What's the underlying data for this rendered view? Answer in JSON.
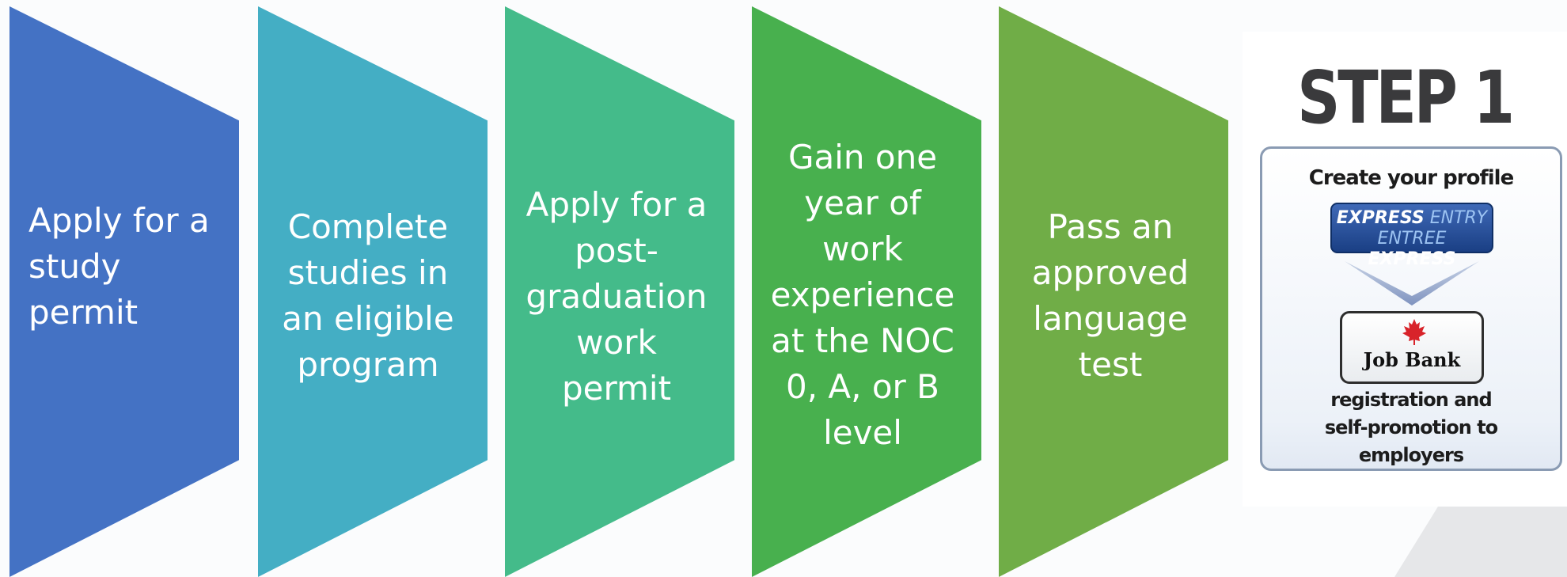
{
  "steps": [
    {
      "lines": [
        "Apply for a",
        "study",
        "permit"
      ],
      "color": "#4472c4"
    },
    {
      "lines": [
        "Complete",
        "studies in",
        "an eligible",
        "program"
      ],
      "color": "#44aec4"
    },
    {
      "lines": [
        "Apply for a",
        "post-",
        "graduation",
        "work",
        "permit"
      ],
      "color": "#44bb8a"
    },
    {
      "lines": [
        "Gain one",
        "year of",
        "work",
        "experience",
        "at the NOC",
        "0, A, or B",
        "level"
      ],
      "color": "#48b04e"
    },
    {
      "lines": [
        "Pass an",
        "approved",
        "language",
        "test"
      ],
      "color": "#70ad47"
    }
  ],
  "badge": {
    "title": "STEP 1",
    "heading": "Create your profile",
    "express_line1_a": "EXPRESS",
    "express_line1_b": " ENTRY",
    "express_line2_a": "ENTREE",
    "express_line2_b": " EXPRESS",
    "job_bank": "Job Bank",
    "footer_lines": [
      "registration and",
      "self-promotion to",
      "employers"
    ]
  }
}
